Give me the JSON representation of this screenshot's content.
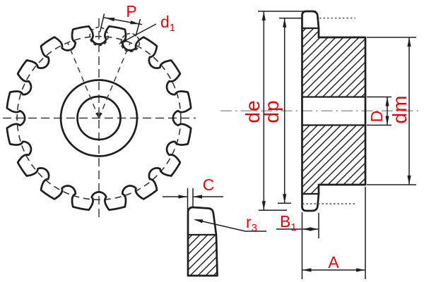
{
  "figure": {
    "type": "technical-drawing",
    "subject": "roller chain sprocket - front view, tooth profile detail and cross section with dimension labels",
    "teeth_count_front_view": 16
  },
  "colors": {
    "line": "#1e1e1e",
    "label": "#e60000",
    "centerline": "#9a9a9a"
  },
  "labels": {
    "pitch": "P",
    "roller_diameter": {
      "base": "d",
      "sub": "1"
    },
    "chamfer_width": "C",
    "tip_radius": {
      "base": "r",
      "sub": "3"
    },
    "tooth_width": {
      "base": "B",
      "sub": "1"
    },
    "hub_total_width": "A",
    "outside_diameter": "de",
    "pitch_diameter": "dp",
    "bore_diameter": "D",
    "hub_diameter": "dm"
  }
}
